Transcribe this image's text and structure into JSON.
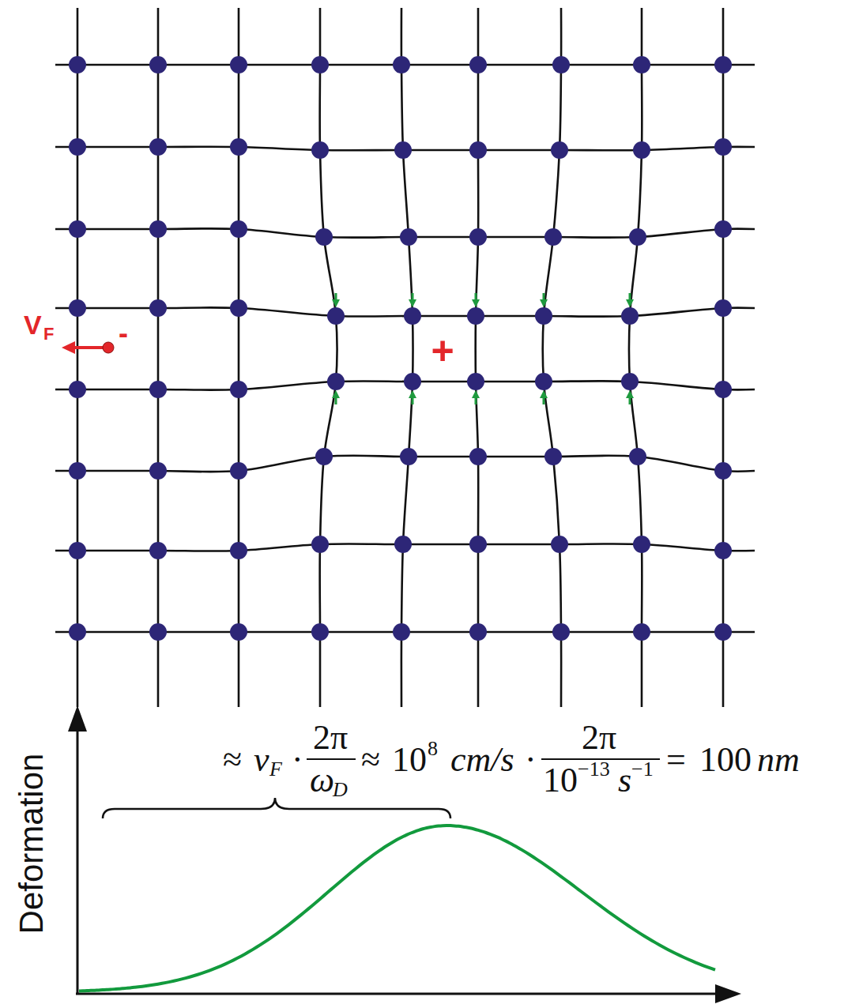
{
  "diagram": {
    "labels": [
      "V",
      "F",
      "-",
      "+",
      "≈",
      "v",
      "F",
      "·",
      "2π",
      "ω",
      "D",
      "≈",
      "10",
      "8",
      "cm/s",
      "·",
      "2π",
      "10",
      "−13",
      "s",
      "−1",
      "=",
      "100",
      "nm",
      "Deformation"
    ]
  }
}
